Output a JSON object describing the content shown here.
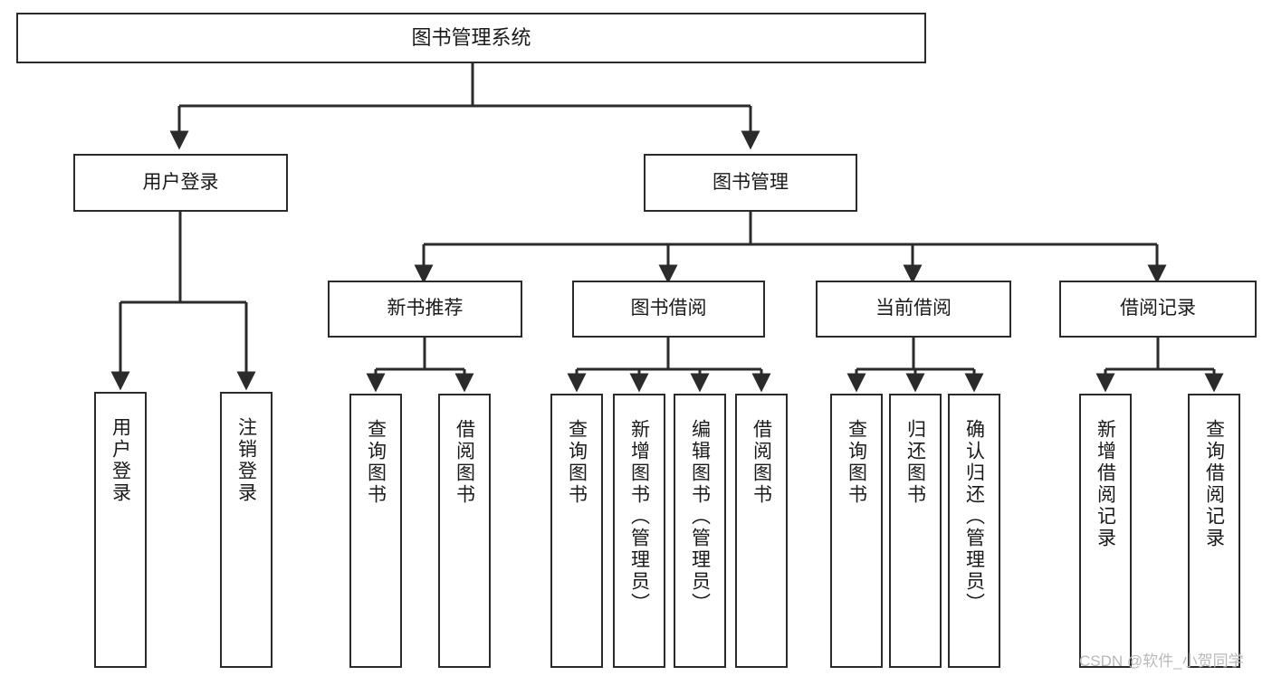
{
  "diagram": {
    "type": "tree-hierarchy",
    "title": "图书管理系统",
    "watermark": "CSDN @软件_小贺同学",
    "colors": {
      "stroke": "#2b2b2b",
      "fill": "#ffffff",
      "text": "#1a1a1a",
      "watermark": "#b9b9b9"
    },
    "nodes": {
      "root": {
        "label": "图书管理系统"
      },
      "level2": [
        {
          "label": "用户登录"
        },
        {
          "label": "图书管理"
        }
      ],
      "level3": [
        {
          "label": "新书推荐"
        },
        {
          "label": "图书借阅"
        },
        {
          "label": "当前借阅"
        },
        {
          "label": "借阅记录"
        }
      ],
      "leaves_user_login": [
        {
          "label": "用户登录"
        },
        {
          "label": "注销登录"
        }
      ],
      "leaves_new_book": [
        {
          "label": "查询图书"
        },
        {
          "label": "借阅图书"
        }
      ],
      "leaves_borrow": [
        {
          "label": "查询图书"
        },
        {
          "label": "新增图书（管理员）"
        },
        {
          "label": "编辑图书（管理员）"
        },
        {
          "label": "借阅图书"
        }
      ],
      "leaves_current": [
        {
          "label": "查询图书"
        },
        {
          "label": "归还图书"
        },
        {
          "label": "确认归还（管理员）"
        }
      ],
      "leaves_records": [
        {
          "label": "新增借阅记录"
        },
        {
          "label": "查询借阅记录"
        }
      ]
    }
  }
}
